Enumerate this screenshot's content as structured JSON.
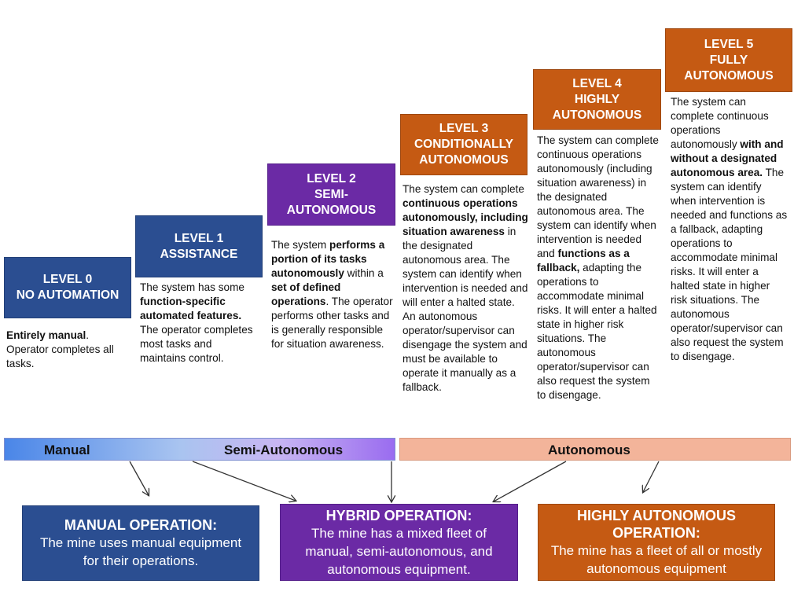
{
  "levels": [
    {
      "title": "LEVEL 0\nNO AUTOMATION",
      "desc": [
        {
          "t": "Entirely manual",
          "b": true
        },
        {
          "t": ". Operator completes all tasks."
        }
      ]
    },
    {
      "title": "LEVEL 1\nASSISTANCE",
      "desc": [
        {
          "t": "The system has some "
        },
        {
          "t": "function-specific automated features.",
          "b": true
        },
        {
          "t": " The operator completes most tasks and maintains control."
        }
      ]
    },
    {
      "title": "LEVEL 2\nSEMI-\nAUTONOMOUS",
      "desc": [
        {
          "t": "The system "
        },
        {
          "t": "performs a portion of its tasks autonomously",
          "b": true
        },
        {
          "t": " within a "
        },
        {
          "t": "set of defined operations",
          "b": true
        },
        {
          "t": ". The operator performs other tasks and is generally responsible for situation awareness."
        }
      ]
    },
    {
      "title": "LEVEL 3\nCONDITIONALLY\nAUTONOMOUS",
      "desc": [
        {
          "t": "The system can complete "
        },
        {
          "t": "continuous operations autonomously, including situation awareness",
          "b": true
        },
        {
          "t": " in the designated autonomous area. The system can identify when intervention is needed and will enter a halted state. An autonomous operator/supervisor can disengage the system and must be available to operate it manually as a fallback."
        }
      ]
    },
    {
      "title": "LEVEL 4\nHIGHLY\nAUTONOMOUS",
      "desc": [
        {
          "t": "The system can complete continuous operations autonomously (including situation awareness) in the designated autonomous area. The system can identify when intervention is needed and "
        },
        {
          "t": "functions as a fallback,",
          "b": true
        },
        {
          "t": " adapting the operations to accommodate minimal risks. It will enter a halted state in higher risk situations. The autonomous operator/supervisor can also request the system to disengage."
        }
      ]
    },
    {
      "title": "LEVEL 5\nFULLY\nAUTONOMOUS",
      "desc": [
        {
          "t": "The system can complete continuous operations autonomously "
        },
        {
          "t": "with and without a designated autonomous area.",
          "b": true
        },
        {
          "t": " The system can identify when intervention is needed and functions as a fallback, adapting operations to accommodate minimal risks. It will enter a halted state in higher risk situations. The autonomous operator/supervisor can also request the system to disengage."
        }
      ]
    }
  ],
  "bands": {
    "manual": "Manual",
    "semi": "Semi-Autonomous",
    "autonomous": "Autonomous"
  },
  "outcomes": [
    {
      "title": "MANUAL OPERATION:",
      "desc": "The mine uses manual equipment for their operations."
    },
    {
      "title": "HYBRID OPERATION:",
      "desc": "The mine has a mixed fleet of manual, semi-autonomous, and autonomous equipment."
    },
    {
      "title": "HIGHLY AUTONOMOUS OPERATION:",
      "desc": "The mine has a fleet of all or mostly autonomous equipment"
    }
  ],
  "colors": {
    "blue": "#2b4e91",
    "purple": "#6b2aa5",
    "orange": "#c55a13",
    "band_autonomous": "#f3b49a"
  }
}
